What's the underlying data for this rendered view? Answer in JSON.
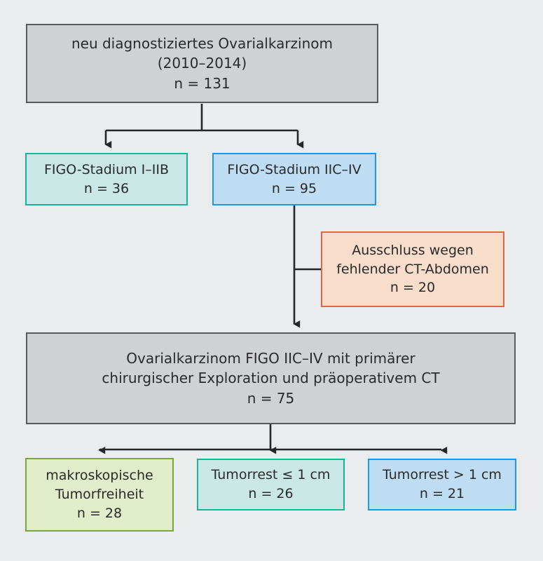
{
  "figure": {
    "type": "flowchart",
    "language": "de",
    "background_color": "#ebecee",
    "title": ""
  },
  "nodes": [
    {
      "id": "cohort",
      "style": "gray",
      "lines": [
        "neu diagnostiziertes Ovarialkarzinom",
        "(2010–2014)",
        "n = 131"
      ]
    },
    {
      "id": "figo-early",
      "style": "teal",
      "lines": [
        "FIGO-Stadium I–IIB",
        "n = 36"
      ]
    },
    {
      "id": "figo-late",
      "style": "blue",
      "lines": [
        "FIGO-Stadium IIC–IV",
        "n = 95"
      ]
    },
    {
      "id": "exclusion",
      "style": "peach",
      "lines": [
        "Ausschluss wegen",
        "fehlender CT-Abdomen",
        "n = 20"
      ]
    },
    {
      "id": "study-population",
      "style": "gray",
      "lines": [
        "Ovarialkarzinom FIGO IIC–IV mit primärer",
        "chirurgischer Exploration und präoperativem CT",
        "n = 75"
      ]
    },
    {
      "id": "no-residual",
      "style": "olive",
      "lines": [
        "makroskopische",
        "Tumorfreiheit",
        "n = 28"
      ]
    },
    {
      "id": "residual-le-1cm",
      "style": "teal",
      "lines": [
        "Tumorrest ≤ 1 cm",
        "n = 26"
      ]
    },
    {
      "id": "residual-gt-1cm",
      "style": "blue",
      "lines": [
        "Tumorrest > 1 cm",
        "n = 21"
      ]
    }
  ],
  "colors": {
    "gray_fill": "#d0d1d3",
    "gray_border": "#565b60",
    "teal_fill": "#c9e8e5",
    "teal_border": "#19b39b",
    "blue_fill": "#bedcf2",
    "blue_border": "#2196e3",
    "peach_fill": "#f8ddcb",
    "peach_border": "#d9694a",
    "olive_fill": "#e0ecca",
    "olive_border": "#7aa538",
    "connector": "#23272b"
  },
  "chart_data": {
    "type": "diagram",
    "title": "Patientenflussdiagramm Ovarialkarzinom",
    "counts": {
      "neu_diagnostiziert_2010_2014": 131,
      "FIGO_I_IIB": 36,
      "FIGO_IIC_IV": 95,
      "ausschluss_fehlende_CT_Abdomen": 20,
      "studienpopulation_FIGO_IIC_IV_mit_CT": 75,
      "makroskopische_Tumorfreiheit": 28,
      "Tumorrest_le_1cm": 26,
      "Tumorrest_gt_1cm": 21
    },
    "edges": [
      {
        "from": "cohort",
        "to": "figo-early"
      },
      {
        "from": "cohort",
        "to": "figo-late"
      },
      {
        "from": "figo-late",
        "to": "exclusion",
        "kind": "side-branch"
      },
      {
        "from": "figo-late",
        "to": "study-population"
      },
      {
        "from": "study-population",
        "to": "no-residual"
      },
      {
        "from": "study-population",
        "to": "residual-le-1cm"
      },
      {
        "from": "study-population",
        "to": "residual-gt-1cm"
      }
    ]
  }
}
